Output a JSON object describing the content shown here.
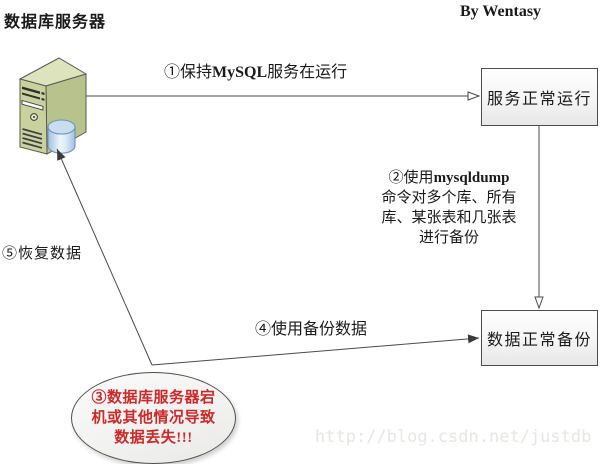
{
  "header": {
    "server_label": "数据库服务器",
    "author": "By Wentasy"
  },
  "nodes": {
    "service_running": {
      "label": "服务正常运行"
    },
    "data_backup": {
      "label": "数据正常备份"
    },
    "data_loss": {
      "line1": "③数据库服务器宕",
      "line2": "机或其他情况导致",
      "line3": "数据丢失!!!"
    }
  },
  "edges": {
    "step1": {
      "prefix": "①保持",
      "highlight": "MySQL",
      "suffix": "服务在运行"
    },
    "step2": {
      "prefix": "②使用",
      "highlight": "mysqldump",
      "line2": "命令对多个库、所有",
      "line3": "库、某张表和几张表",
      "line4": "进行备份"
    },
    "step4": {
      "label": "④使用备份数据"
    },
    "step5": {
      "label": "⑤恢复数据"
    }
  },
  "icons": {
    "server": "server-tower-icon",
    "database": "database-cylinder-icon"
  },
  "watermark": "http://blog.csdn.net/justdb",
  "colors": {
    "connector_line": "#4a4a4a",
    "box_border": "#4c4c4c",
    "alert_text": "#cc2a2a",
    "server_front": "#c9d29c",
    "server_side": "#b7c28c",
    "server_top": "#dde3bd",
    "database_blue": "#9fc1dd",
    "watermark_text": "#e6e6e2"
  }
}
